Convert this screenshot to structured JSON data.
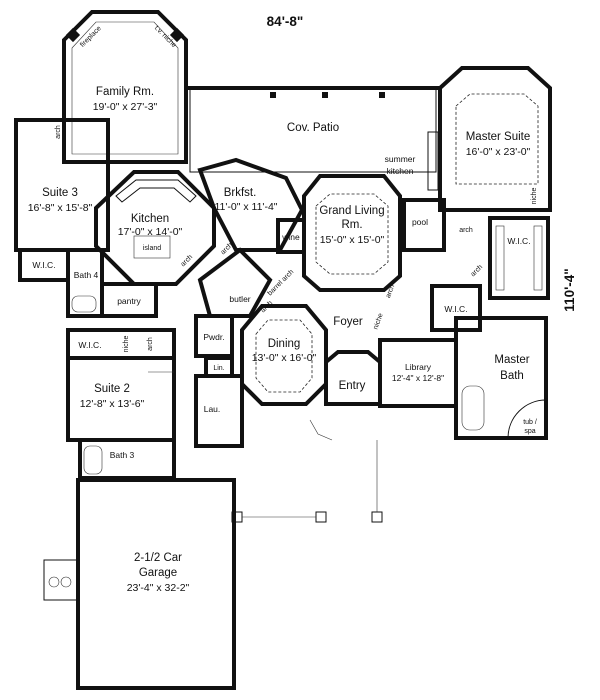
{
  "dimensions": {
    "width": "84'-8\"",
    "depth": "110'-4\""
  },
  "rooms": {
    "family": {
      "name": "Family Rm.",
      "size": "19'-0\" x 27'-3\""
    },
    "patio": {
      "name": "Cov. Patio"
    },
    "master_suite": {
      "name": "Master Suite",
      "size": "16'-0\" x 23'-0\""
    },
    "suite3": {
      "name": "Suite 3",
      "size": "16'-8\" x 15'-8\""
    },
    "kitchen": {
      "name": "Kitchen",
      "size": "17'-0\" x 14'-0\""
    },
    "brkfst": {
      "name": "Brkfst.",
      "size": "11'-0\" x 11'-4\""
    },
    "grand_living": {
      "name_1": "Grand Living",
      "name_2": "Rm.",
      "size": "15'-0\" x 15'-0\""
    },
    "summer_kitchen": {
      "name_1": "summer",
      "name_2": "kitchen"
    },
    "pool": {
      "name": "pool"
    },
    "wine": {
      "name": "wine"
    },
    "butler": {
      "name": "butler"
    },
    "pantry": {
      "name": "pantry"
    },
    "bath4": {
      "name": "Bath 4"
    },
    "wic_suite3": {
      "name": "W.I.C."
    },
    "wic_suite2": {
      "name": "W.I.C."
    },
    "wic_master1": {
      "name": "W.I.C."
    },
    "wic_master2": {
      "name": "W.I.C."
    },
    "foyer": {
      "name": "Foyer"
    },
    "dining": {
      "name": "Dining",
      "size": "13'-0\" x 16'-0\""
    },
    "pwdr": {
      "name": "Pwdr."
    },
    "lin": {
      "name": "Lin."
    },
    "lau": {
      "name": "Lau."
    },
    "library": {
      "name": "Library",
      "size": "12'-4\" x 12'-8\""
    },
    "master_bath": {
      "name_1": "Master",
      "name_2": "Bath"
    },
    "tub": {
      "name_1": "tub /",
      "name_2": "spa"
    },
    "entry": {
      "name": "Entry"
    },
    "suite2": {
      "name": "Suite 2",
      "size": "12'-8\" x 13'-6\""
    },
    "bath3": {
      "name": "Bath 3"
    },
    "garage": {
      "name_1": "2-1/2 Car",
      "name_2": "Garage",
      "size": "23'-4\" x 32-2\""
    }
  },
  "notes": {
    "fireplace": "fireplace",
    "tv_niche": "t.v. niche",
    "island": "island",
    "arch": "arch",
    "niche": "niche",
    "barrel_arch": "barrel arch"
  }
}
